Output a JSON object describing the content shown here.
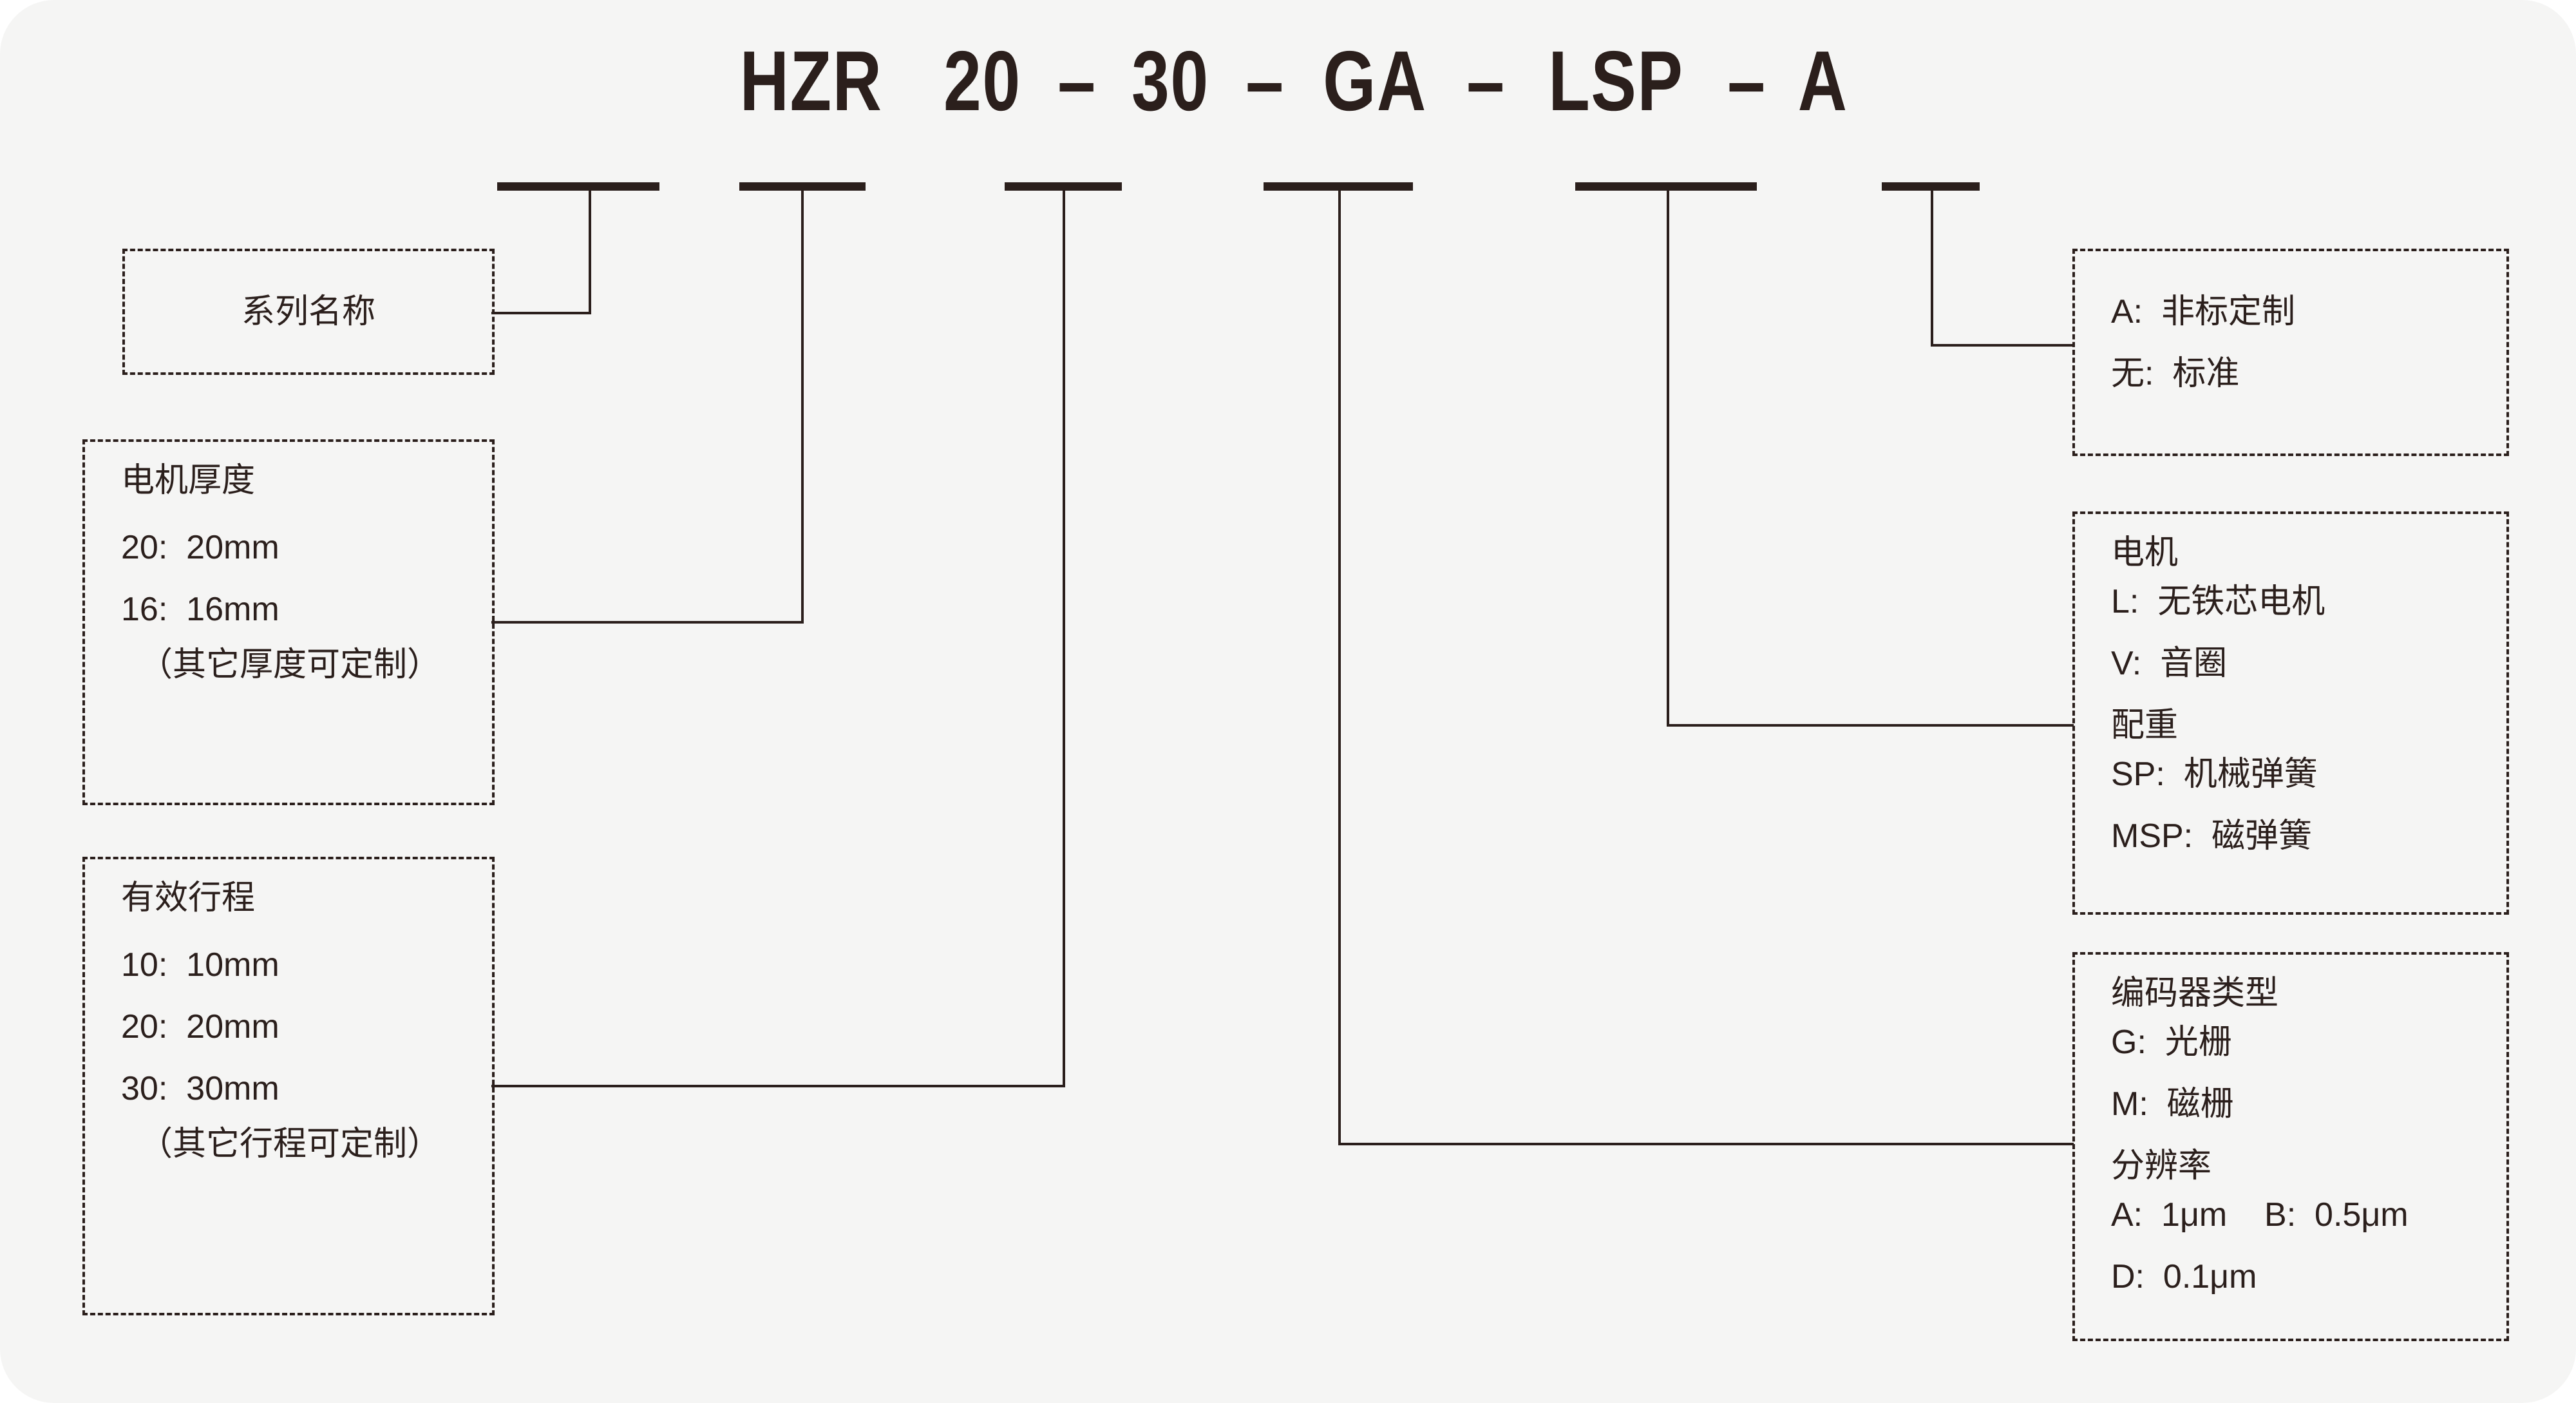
{
  "diagram": {
    "type": "model-number-breakdown",
    "title_code": "HZR 20 - 30 - GA - LSP - A",
    "colors": {
      "ink": "#2b1f1c",
      "background": "#f5f5f4"
    }
  },
  "code": {
    "tokens": [
      "HZR",
      "20",
      "30",
      "GA",
      "LSP",
      "A"
    ],
    "separator": "–",
    "t0": "HZR",
    "t1": "20",
    "t2": "30",
    "t3": "GA",
    "t4": "LSP",
    "t5": "A",
    "d1": "–",
    "d2": "–",
    "d3": "–",
    "d4": "–"
  },
  "boxes": {
    "series": {
      "label": "系列名称"
    },
    "motor_thickness": {
      "header": "电机厚度",
      "items": [
        "20:  20mm",
        "16:  16mm"
      ],
      "note": "（其它厚度可定制）"
    },
    "stroke": {
      "header": "有效行程",
      "items": [
        "10:  10mm",
        "20:  20mm",
        "30:  30mm"
      ],
      "note": "（其它行程可定制）"
    },
    "custom": {
      "items": [
        "A:  非标定制",
        "无:  标准"
      ]
    },
    "motor": {
      "header1": "电机",
      "motor_items": [
        "L:  无铁芯电机",
        "V:  音圈"
      ],
      "header2": "配重",
      "counterweight_items": [
        "SP:  机械弹簧",
        "MSP:  磁弹簧"
      ]
    },
    "encoder": {
      "header1": "编码器类型",
      "encoder_items": [
        "G:  光栅",
        "M:  磁栅"
      ],
      "header2": "分辨率",
      "resolution_items": [
        "A:  1μm    B:  0.5μm",
        "D:  0.1μm"
      ]
    }
  }
}
